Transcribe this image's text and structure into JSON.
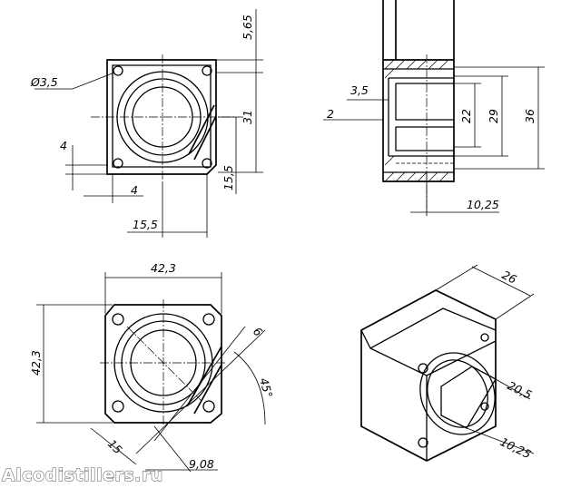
{
  "views": {
    "front": {
      "hole_dia": "Ø3,5",
      "top_offset": "5,65",
      "height": "31",
      "left_small": "4",
      "bottom_small": "4",
      "right_lower": "15,5",
      "bottom_width": "15,5"
    },
    "section": {
      "step": "3,5",
      "wall": "2",
      "inner": "22",
      "middle": "29",
      "outer": "36",
      "offset": "10,25"
    },
    "plan": {
      "width": "42,3",
      "height": "42,3",
      "slot": "6",
      "angle": "45°",
      "chamfer": "15",
      "distance": "9,08"
    },
    "iso": {
      "depth": "26",
      "slot_w": "20,5",
      "slot_d": "10,25"
    }
  },
  "watermark": "Alcodistillers.ru"
}
